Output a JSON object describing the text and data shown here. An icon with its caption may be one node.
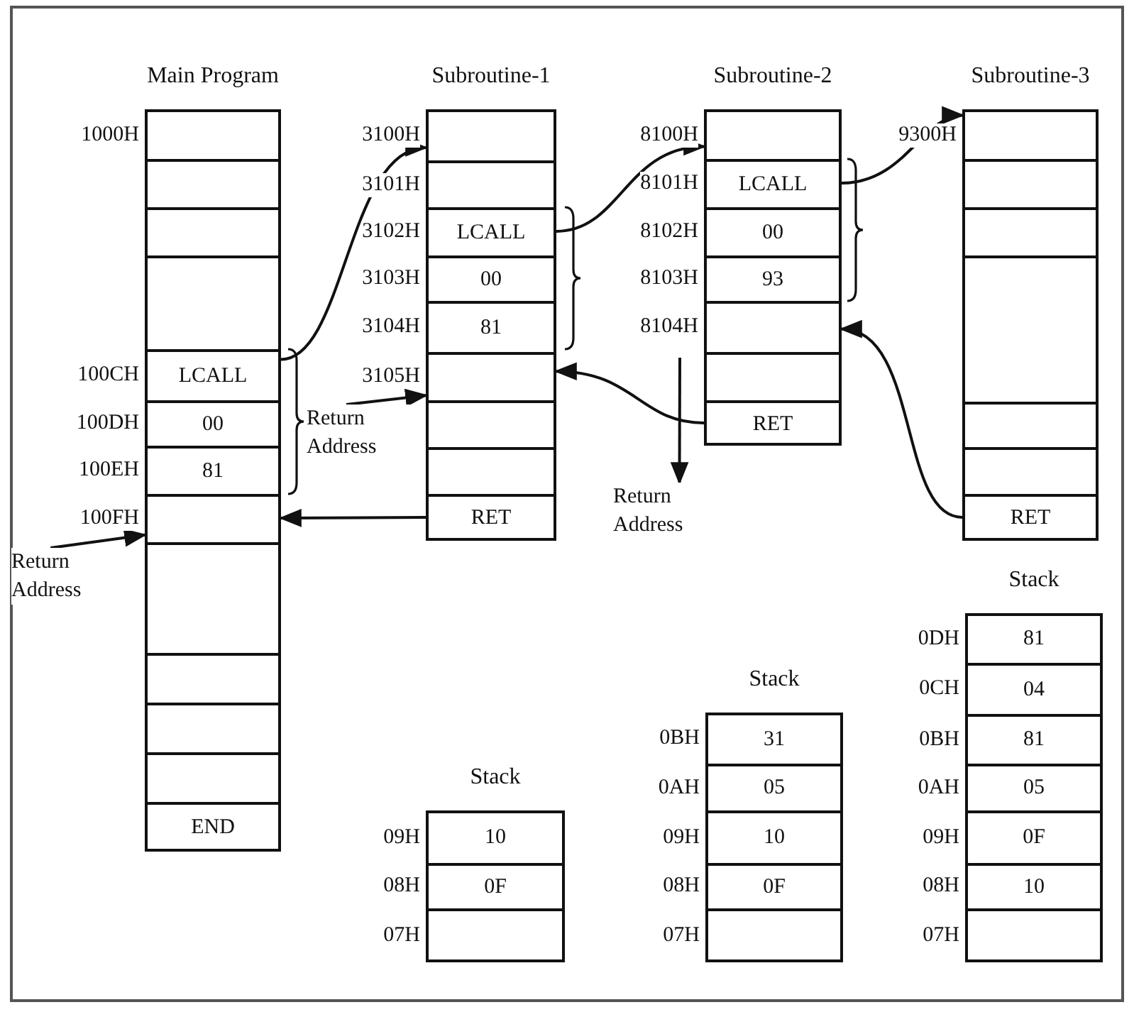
{
  "diagram": {
    "nodes": [
      {
        "text": [
          "Main Program"
        ]
      },
      {
        "text": [],
        "shape": "box",
        "in": 0,
        "beside": [
          "1000H"
        ]
      },
      {
        "text": [],
        "shape": "box",
        "in": 0
      },
      {
        "text": [],
        "shape": "box",
        "in": 0
      },
      {
        "text": [],
        "shape": "box",
        "in": 0
      },
      {
        "text": [
          "LCALL"
        ],
        "in": 0,
        "beside": [
          "100CH"
        ]
      },
      {
        "text": [
          "00"
        ],
        "in": 0,
        "beside": [
          "100DH"
        ]
      },
      {
        "text": [
          "81"
        ],
        "in": 0,
        "beside": [
          "100EH"
        ]
      },
      {
        "text": [],
        "shape": "box",
        "in": 0,
        "beside": [
          "100FH"
        ]
      },
      {
        "text": [],
        "shape": "box",
        "in": 0
      },
      {
        "text": [],
        "shape": "box",
        "in": 0
      },
      {
        "text": [],
        "shape": "box",
        "in": 0
      },
      {
        "text": [],
        "shape": "box",
        "in": 0
      },
      {
        "text": [
          "END"
        ],
        "in": 0
      },
      {
        "text": [
          "Subroutine-1"
        ]
      },
      {
        "text": [],
        "shape": "box",
        "in": 14,
        "beside": [
          "3100H"
        ]
      },
      {
        "text": [],
        "shape": "box",
        "in": 14,
        "beside": [
          "3101H"
        ]
      },
      {
        "text": [
          "LCALL"
        ],
        "in": 14,
        "beside": [
          "3102H"
        ]
      },
      {
        "text": [
          "00"
        ],
        "in": 14,
        "beside": [
          "3103H"
        ]
      },
      {
        "text": [
          "81"
        ],
        "in": 14,
        "beside": [
          "3104H"
        ]
      },
      {
        "text": [],
        "shape": "box",
        "in": 14,
        "beside": [
          "3105H"
        ]
      },
      {
        "text": [],
        "shape": "box",
        "in": 14
      },
      {
        "text": [],
        "shape": "box",
        "in": 14
      },
      {
        "text": [
          "RET"
        ],
        "in": 14
      },
      {
        "text": [
          "Subroutine-2"
        ]
      },
      {
        "text": [],
        "shape": "box",
        "in": 24,
        "beside": [
          "8100H"
        ]
      },
      {
        "text": [
          "LCALL"
        ],
        "in": 24,
        "beside": [
          "8101H"
        ]
      },
      {
        "text": [
          "00"
        ],
        "in": 24,
        "beside": [
          "8102H"
        ]
      },
      {
        "text": [
          "93"
        ],
        "in": 24,
        "beside": [
          "8103H"
        ]
      },
      {
        "text": [],
        "shape": "box",
        "in": 24,
        "beside": [
          "8104H"
        ]
      },
      {
        "text": [],
        "shape": "box",
        "in": 24
      },
      {
        "text": [
          "RET"
        ],
        "in": 24
      },
      {
        "text": [
          "Subroutine-3"
        ]
      },
      {
        "text": [],
        "shape": "box",
        "in": 32,
        "beside": [
          "9300H"
        ]
      },
      {
        "text": [],
        "shape": "box",
        "in": 32
      },
      {
        "text": [],
        "shape": "box",
        "in": 32
      },
      {
        "text": [],
        "shape": "box",
        "in": 32
      },
      {
        "text": [],
        "shape": "box",
        "in": 32
      },
      {
        "text": [],
        "shape": "box",
        "in": 32
      },
      {
        "text": [
          "RET"
        ],
        "in": 32
      },
      {
        "text": [
          "Stack"
        ]
      },
      {
        "text": [
          "10"
        ],
        "in": 40,
        "beside": [
          "09H"
        ]
      },
      {
        "text": [
          "0F"
        ],
        "in": 40,
        "beside": [
          "08H"
        ]
      },
      {
        "text": [],
        "shape": "box",
        "in": 40,
        "beside": [
          "07H"
        ]
      },
      {
        "text": [
          "Stack"
        ]
      },
      {
        "text": [
          "31"
        ],
        "in": 44,
        "beside": [
          "0BH"
        ]
      },
      {
        "text": [
          "05"
        ],
        "in": 44,
        "beside": [
          "0AH"
        ]
      },
      {
        "text": [
          "10"
        ],
        "in": 44,
        "beside": [
          "09H"
        ]
      },
      {
        "text": [
          "0F"
        ],
        "in": 44,
        "beside": [
          "08H"
        ]
      },
      {
        "text": [],
        "shape": "box",
        "in": 44,
        "beside": [
          "07H"
        ]
      },
      {
        "text": [
          "Stack"
        ]
      },
      {
        "text": [
          "81"
        ],
        "in": 50,
        "beside": [
          "0DH"
        ]
      },
      {
        "text": [
          "04"
        ],
        "in": 50,
        "beside": [
          "0CH"
        ]
      },
      {
        "text": [
          "81"
        ],
        "in": 50,
        "beside": [
          "0BH"
        ]
      },
      {
        "text": [
          "05"
        ],
        "in": 50,
        "beside": [
          "0AH"
        ]
      },
      {
        "text": [
          "0F"
        ],
        "in": 50,
        "beside": [
          "09H"
        ]
      },
      {
        "text": [
          "10"
        ],
        "in": 50,
        "beside": [
          "08H"
        ]
      },
      {
        "text": [],
        "shape": "box",
        "in": 50,
        "beside": [
          "07H"
        ]
      },
      {
        "text": [
          "Return Address"
        ]
      },
      {
        "text": [
          "Return Address"
        ]
      },
      {
        "text": [
          "Return Address"
        ]
      }
    ],
    "edges": [
      {
        "from": 5,
        "to": 15,
        "arrow": "to"
      },
      {
        "from": 23,
        "to": 8,
        "arrow": "to"
      },
      {
        "from": 58,
        "to": 8,
        "arrow": "to"
      },
      {
        "from": 60,
        "to": 20,
        "arrow": "to"
      },
      {
        "from": 17,
        "to": 25,
        "arrow": "to"
      },
      {
        "from": 31,
        "to": 20,
        "arrow": "to"
      },
      {
        "from": null,
        "to": 59,
        "arrow": "to"
      },
      {
        "from": 26,
        "to": 33,
        "arrow": "to"
      },
      {
        "from": 39,
        "to": 29,
        "arrow": "to"
      }
    ]
  }
}
